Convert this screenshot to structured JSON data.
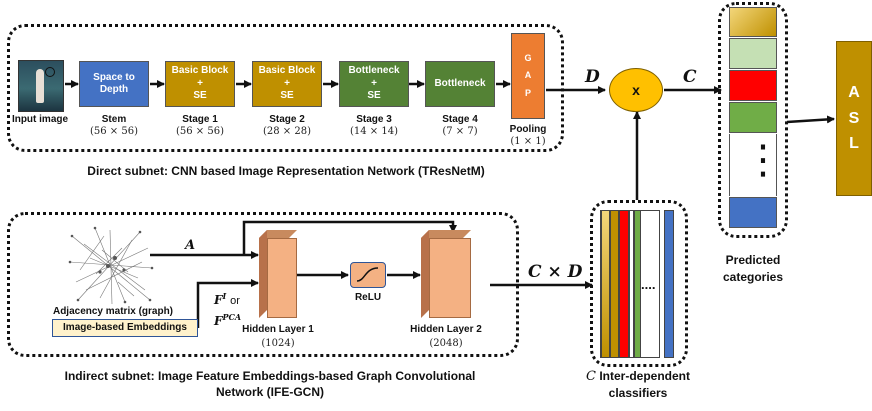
{
  "direct_subnet": {
    "input_label": "Input image",
    "blocks": {
      "stem": "Space to\nDepth",
      "stage1": "Basic Block\n+\nSE",
      "stage2": "Basic Block\n+\nSE",
      "stage3": "Bottleneck\n+\nSE",
      "stage4": "Bottleneck",
      "gap": "G\nA\nP"
    },
    "labels": {
      "stem": "Stem",
      "stage1": "Stage 1",
      "stage2": "Stage 2",
      "stage3": "Stage 3",
      "stage4": "Stage 4",
      "pooling": "Pooling"
    },
    "dims": {
      "stem": "(56 × 56)",
      "stage1": "(56 × 56)",
      "stage2": "(28 × 28)",
      "stage3": "(14 × 14)",
      "stage4": "(7 × 7)",
      "pooling": "(1 × 1)"
    },
    "caption": "Direct subnet: CNN based Image Representation Network (TResNetM)"
  },
  "fusion": {
    "d_label": "D",
    "c_label": "C",
    "multiply_label": "x",
    "cd_label": "C × D"
  },
  "indirect_subnet": {
    "a_label": "A",
    "adjacency_label": "Adjacency matrix (graph)",
    "embeddings_label": "Image-based Embeddings",
    "f_label_main": "F",
    "f_label_sup": "I",
    "f_or": "or",
    "fpca_main": "F",
    "fpca_sup": "PCA",
    "relu_label": "ReLU",
    "hidden1_label": "Hidden Layer 1",
    "hidden1_dim": "(1024)",
    "hidden2_label": "Hidden Layer 2",
    "hidden2_dim": "(2048)",
    "caption": "Indirect subnet: Image Feature Embeddings-based Graph Convolutional Network (IFE-GCN)"
  },
  "classifiers": {
    "c_prefix": "C",
    "label": "Inter-dependent classifiers",
    "ellipsis": "....",
    "colors": [
      "#d6b35a",
      "#bf9000",
      "#ff0000",
      "#ffffff",
      "#70ad47",
      "#4472c4"
    ]
  },
  "predictions": {
    "label": "Predicted categories",
    "dots": "⋮",
    "colors": [
      "#c9a227",
      "#c5e0b4",
      "#ff0000",
      "#70ad47",
      "#4472c4"
    ]
  },
  "asl": {
    "label": "A\nS\nL"
  },
  "colors": {
    "stem_blue": "#4472c4",
    "block_gold": "#bf9000",
    "block_green": "#548235",
    "gap_orange": "#ed7d31",
    "multiply_yellow": "#ffc000",
    "hidden_salmon": "#f4b183",
    "embedding_bg": "#fff2cc",
    "asl_gold": "#bf9000"
  }
}
